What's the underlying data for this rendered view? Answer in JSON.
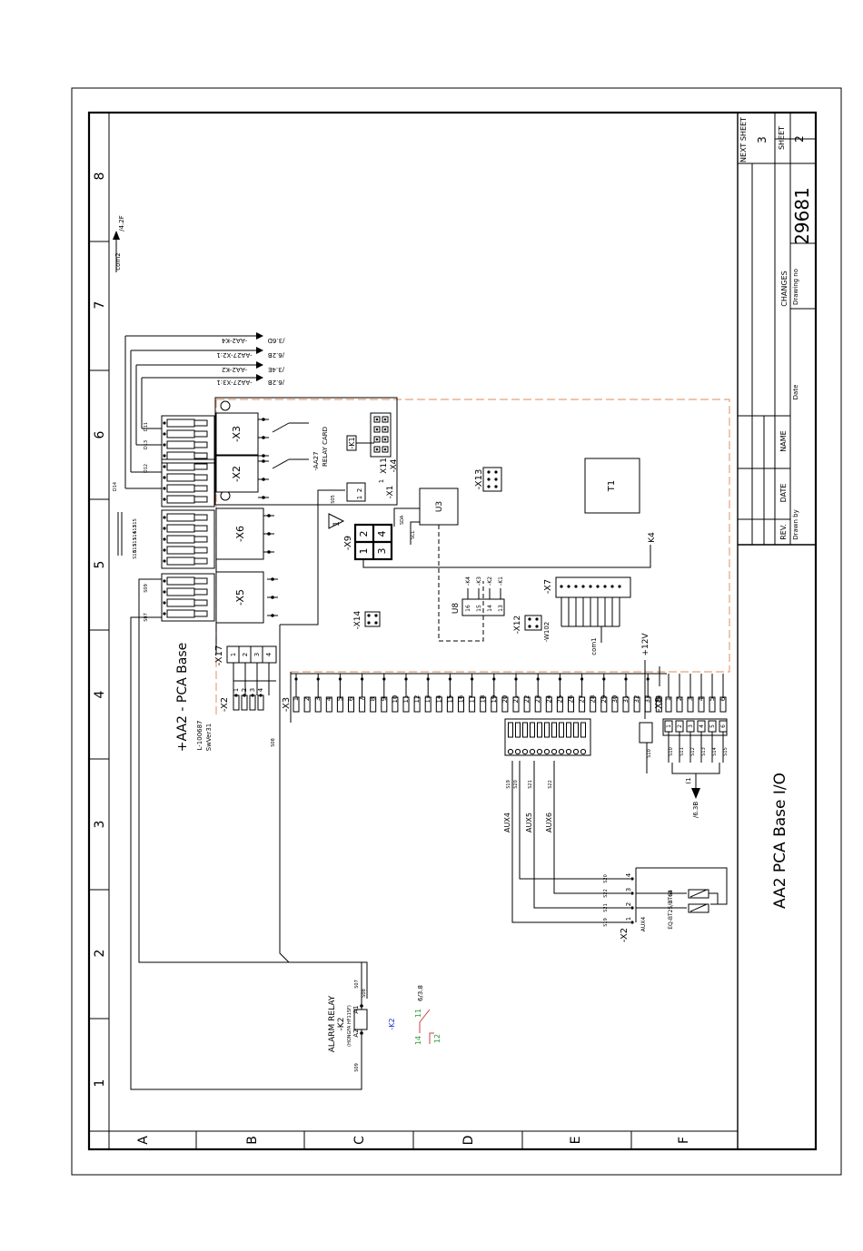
{
  "frame": {
    "column_numbers": [
      "1",
      "2",
      "3",
      "4",
      "5",
      "6",
      "7",
      "8"
    ],
    "row_letters": [
      "A",
      "B",
      "C",
      "D",
      "E",
      "F"
    ]
  },
  "title_block": {
    "title": "AA2 PCA Base I/O",
    "drawing_no_label": "Drawing no",
    "drawing_no": "29681",
    "changes_label": "CHANGES",
    "date_label": "Date",
    "name_label": "NAME",
    "date_col_label": "DATE",
    "rev_label": "REV.",
    "drawn_by_label": "Drawn by",
    "next_sheet_label": "NEXT SHEET",
    "next_sheet": "3",
    "sheet_label": "SHEET",
    "sheet": "2"
  },
  "board": {
    "title": "+AA2 - PCA Base",
    "part_no": "L-100687",
    "sw_version": "SwVer31",
    "relay_card_ref": "-AA27",
    "relay_card_name": "RELAY CARD"
  },
  "components": {
    "x3": "-X3",
    "x2": "-X2",
    "x6": "-X6",
    "x5": "-X5",
    "x17": "-X17",
    "x1": "-X1",
    "x11": "X11",
    "x4": "-X4",
    "x13": "-X13",
    "x14": "-X14",
    "x12": "-X12",
    "x7": "-X7",
    "x9": "-X9",
    "x8": "-X8",
    "x2_terminal": "-X2",
    "x3_terminal": "-X3",
    "x2_aux": "-X2",
    "k1": "-K1",
    "u3": "U3",
    "u8": "U8",
    "t1": "T1",
    "k4_line": "K4",
    "plus12v": "+12V",
    "com1": "com1",
    "w102": "-W102",
    "warning_symbol": "1"
  },
  "x9_pins": [
    "1",
    "2",
    "3",
    "4"
  ],
  "u8_pins": [
    "16",
    "15",
    "14",
    "13"
  ],
  "u8_signals": [
    "-K4",
    "-K3",
    "-K2",
    "-K1"
  ],
  "x17_pins": [
    "1",
    "2",
    "3",
    "4"
  ],
  "x2_left_pins": [
    "1",
    "2",
    "3",
    "4"
  ],
  "x3_pin_labels": [
    "1",
    "2",
    "3",
    "4",
    "5",
    "6",
    "7",
    "8",
    "9",
    "10",
    "11",
    "12",
    "13",
    "14",
    "15",
    "16",
    "17",
    "18",
    "19",
    "20",
    "21",
    "22",
    "23",
    "24",
    "25",
    "26",
    "27",
    "28",
    "29",
    "30",
    "31",
    "32",
    "33",
    "34"
  ],
  "x8_pins": [
    "1",
    "2",
    "3",
    "4",
    "5",
    "6"
  ],
  "x8_wires": [
    "S10",
    "S11",
    "S12",
    "S13",
    "S14",
    "S15"
  ],
  "x8_arrow_ref": "(1",
  "x8_arrow_dest": "/6.3B",
  "left_wire_labels": [
    "S15",
    "S12",
    "S14",
    "S11",
    "S13",
    "S10"
  ],
  "x5_wires": [
    "S09",
    "S07"
  ],
  "relay_wire_labels": [
    "D11",
    "D13",
    "D12",
    "D14"
  ],
  "s08_label": "S08",
  "s05_label": "S05",
  "x1_pins": [
    "2",
    "1"
  ],
  "cross_references": [
    {
      "label": "-AA2-K4",
      "dest": "/3.6D"
    },
    {
      "label": "-AA27-X2:1",
      "dest": "/6.2B"
    },
    {
      "label": "-AA2-K2",
      "dest": "/3.4E"
    },
    {
      "label": "-AA27-X3:1",
      "dest": "/6.2B"
    }
  ],
  "com2": {
    "label": "com2",
    "dest": "/4.2F"
  },
  "alarm_relay": {
    "title": "ALARM RELAY",
    "ref": "-K2",
    "part": "(HONGFA HF115F)",
    "a1": "A1",
    "a2": "A2",
    "coil_ref": "-K2",
    "contact_14": "14",
    "contact_11": "11",
    "contact_12": "12",
    "contact_dest": "6/3.8",
    "wire_top": "S07",
    "wire_top2": "S08",
    "wire_bottom": "S09"
  },
  "aux": {
    "labels": [
      "AUX4",
      "AUX5",
      "AUX6"
    ],
    "wires": [
      "S19",
      "S20",
      "S21",
      "S22"
    ],
    "terminal_pins": [
      "1",
      "2",
      "3",
      "4"
    ],
    "terminal_wires": [
      "S19",
      "S21",
      "S22",
      "S20"
    ],
    "sensor_bt63": "BT63",
    "sensor_eq": "EQ-BT25/BT64",
    "aux_tag": "AUX4"
  }
}
